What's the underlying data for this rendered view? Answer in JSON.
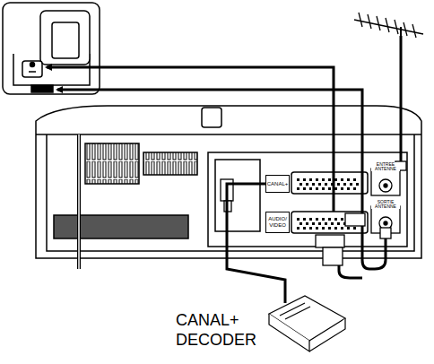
{
  "diagram": {
    "nodes": [
      {
        "text": [
          "CANAL+"
        ]
      },
      {
        "text": [
          "AUDIO/ VIDEO"
        ]
      },
      {
        "text": [
          "CANAL+ DECODER"
        ]
      }
    ],
    "edges": [
      {
        "from": 2,
        "to": 0,
        "arrow": "none"
      }
    ],
    "labels": [
      "ENTREE ANTENNE",
      "SORTIE ANTENNE"
    ]
  }
}
